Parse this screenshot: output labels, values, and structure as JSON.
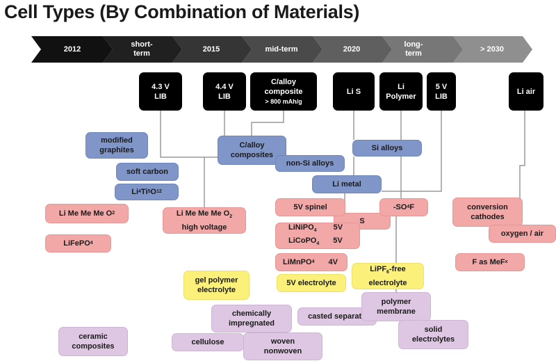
{
  "title": "Cell Types (By Combination of Materials)",
  "timeline": [
    "2012",
    "short-\nterm",
    "2015",
    "mid-term",
    "2020",
    "long-\nterm",
    "> 2030"
  ],
  "timeline_colors": [
    "#111111",
    "#202020",
    "#353535",
    "#4a4a4a",
    "#5f5f5f",
    "#777777",
    "#8f8f8f"
  ],
  "cells": {
    "lib43": "4.3 V\nLIB",
    "lib44": "4.4 V\nLIB",
    "calloy_title": "C/alloy\ncomposite",
    "calloy_sub": "> 800 mAh/g",
    "lis": "Li S",
    "lipoly": "Li\nPolymer",
    "lib5": "5 V\nLIB",
    "liair": "Li air"
  },
  "anode": {
    "modified": "modified\ngraphites",
    "softcarbon": "soft carbon",
    "lto": "Li",
    "lto_s1": "4",
    "lto_m": "Ti",
    "lto_s2": "5",
    "lto_m2": "O",
    "lto_s3": "12",
    "calloy": "C/alloy\ncomposites",
    "nonsi": "non-Si alloys",
    "sialloys": "Si alloys",
    "limetal": "Li metal"
  },
  "cathode": {
    "limememe": "Li Me Me Me O",
    "limememe_sub": "2",
    "hv_line1": "Li Me Me Me O",
    "hv_sub": "2",
    "hv_line2": "high voltage",
    "lifepo": "LiFePO",
    "lifepo_sub": "4",
    "spinel": "5V spinel",
    "s": "S",
    "so4f": "-SO",
    "so4f_sub": "4",
    "so4f_end": "F",
    "linipo": "LiNiPO",
    "linipo_sub": "4",
    "linipo_v": "5V",
    "licopo": "LiCoPO",
    "licopo_sub": "4",
    "licopo_v": "5V",
    "limnpo": "LiMnPO",
    "limnpo_sub": "4",
    "limnpo_v": "4V",
    "conversion": "conversion\ncathodes",
    "oxygen": "oxygen / air",
    "fmef": "F as MeF",
    "fmef_sub": "x"
  },
  "electrolyte": {
    "gel": "gel polymer\nelectrolyte",
    "e5v": "5V electrolyte",
    "lipf": "LiPF",
    "lipf_sub": "6",
    "lipf_end": "-free\nelectrolyte"
  },
  "separator": {
    "chem": "chemically\nimpregnated",
    "casted": "casted separato",
    "polymer": "polymer\nmembrane",
    "ceramic": "ceramic\ncomposites",
    "cellulose": "cellulose",
    "woven": "woven\nnonwoven",
    "solid": "solid\nelectrolytes"
  }
}
